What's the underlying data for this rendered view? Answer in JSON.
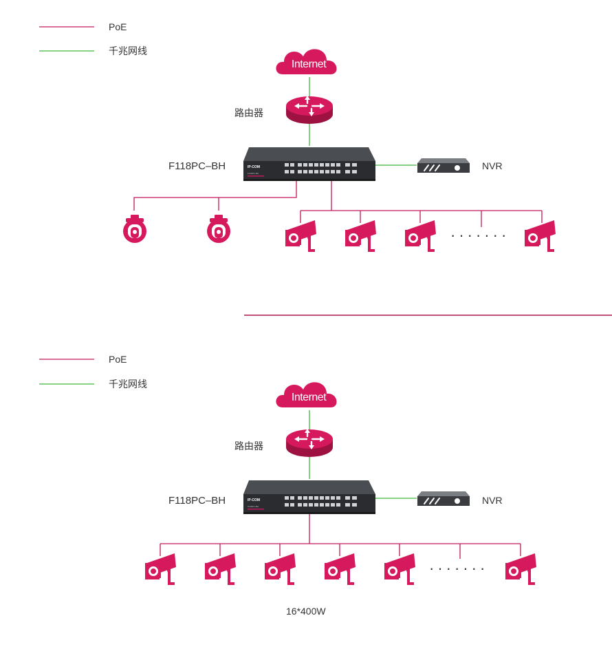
{
  "colors": {
    "poe": "#c2185b",
    "gigabit": "#3cb83c",
    "device": "#d6195c",
    "switch": "#2a2c30"
  },
  "diagrams": [
    {
      "legend": {
        "poe": "PoE",
        "gigabit": "千兆网线"
      },
      "internet": "Internet",
      "router": "路由器",
      "switch_model": "F118PC–BH",
      "nvr": "NVR",
      "dots": "·······",
      "caption": ""
    },
    {
      "legend": {
        "poe": "PoE",
        "gigabit": "千兆网线"
      },
      "internet": "Internet",
      "router": "路由器",
      "switch_model": "F118PC–BH",
      "nvr": "NVR",
      "dots": "·······",
      "caption": "16*400W"
    }
  ]
}
